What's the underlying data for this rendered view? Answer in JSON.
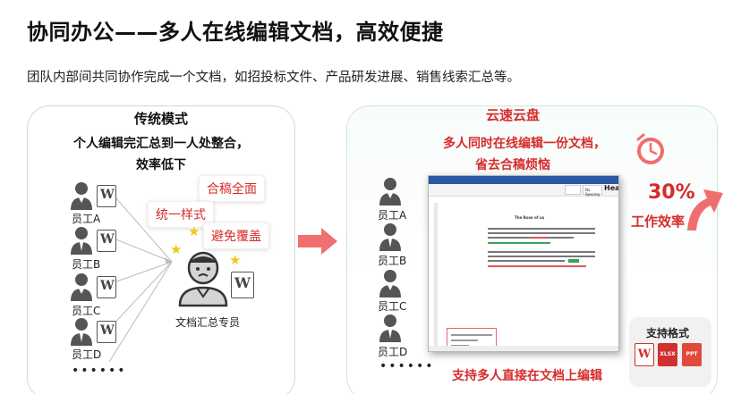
{
  "header": {
    "title": "协同办公——多人在线编辑文档，高效便捷",
    "subtitle": "团队内部间共同协作完成一个文档，如招投标文件、产品研发进展、销售线索汇总等。"
  },
  "left_panel": {
    "title": "传统模式",
    "desc_line1": "个人编辑完汇总到一人处整合，",
    "desc_line2": "效率低下",
    "employees": [
      "员工A",
      "员工B",
      "员工C",
      "员工D"
    ],
    "more": "••••••",
    "tags": [
      "合稿全面",
      "统一样式",
      "避免覆盖"
    ],
    "collector_label": "文档汇总专员"
  },
  "right_panel": {
    "title": "云速云盘",
    "desc_line1": "多人同时在线编辑一份文档，",
    "desc_line2": "省去合稿烦恼",
    "employees": [
      "员工A",
      "员工B",
      "员工C",
      "员工D"
    ],
    "more": "••••••",
    "document": {
      "style_label": "No Spacing",
      "head_label": "Head",
      "doc_title": "The Rose of us"
    },
    "bottom_caption": "支持多人直接在文档上编辑",
    "efficiency_value": "30%",
    "efficiency_label": "工作效率",
    "formats_title": "支持格式",
    "formats": [
      "W",
      "XLSX",
      "PPT"
    ]
  },
  "colors": {
    "accent_red": "#d62c2c",
    "doc_blue": "#2b57a4",
    "arrow_coral": "#f07070"
  }
}
